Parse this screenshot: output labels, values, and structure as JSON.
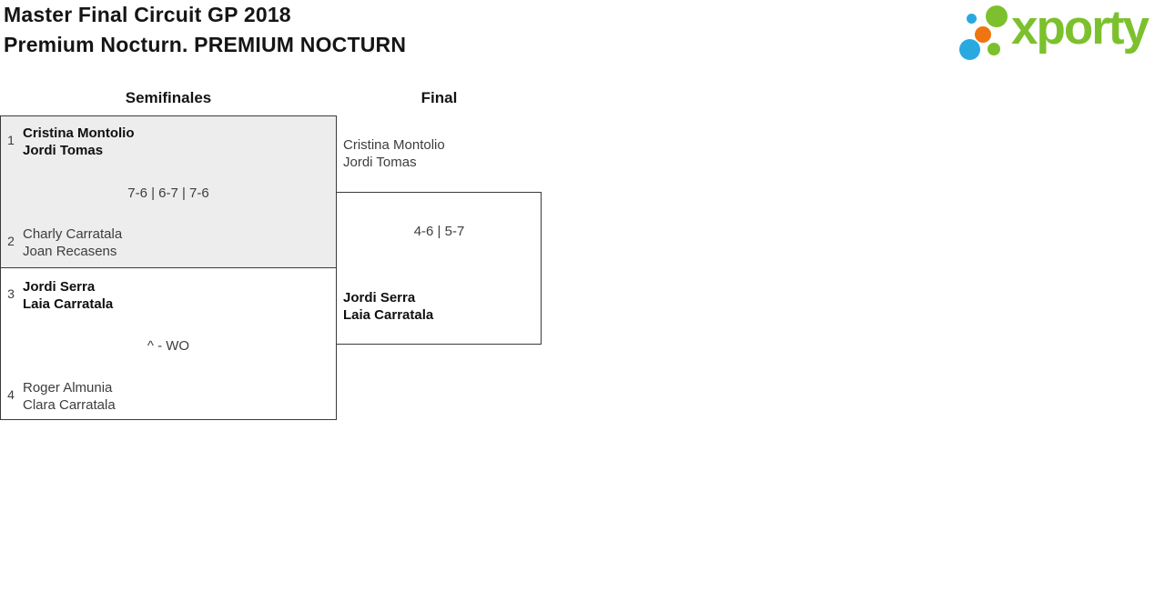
{
  "title": {
    "line1": "Master Final Circuit GP 2018",
    "line2": "Premium Nocturn. PREMIUM NOCTURN"
  },
  "logo": {
    "text": "xporty"
  },
  "colors": {
    "logo_green": "#7cc12d",
    "logo_blue": "#29a9e0",
    "logo_orange": "#ee7511",
    "winner_box_fill": "#ededed",
    "box_border": "#3a3a3a",
    "text_dark": "#101010",
    "text_gray": "#3d3d3d"
  },
  "rounds": {
    "semifinal_label": "Semifinales",
    "final_label": "Final"
  },
  "semifinal1": {
    "seed_top": "1",
    "team_top_player1": "Cristina Montolio",
    "team_top_player2": "Jordi Tomas",
    "score": "7-6 | 6-7 | 7-6",
    "seed_bottom": "2",
    "team_bottom_player1": "Charly Carratala",
    "team_bottom_player2": "Joan Recasens"
  },
  "semifinal2": {
    "seed_top": "3",
    "team_top_player1": "Jordi Serra",
    "team_top_player2": "Laia Carratala",
    "score": "^ - WO",
    "seed_bottom": "4",
    "team_bottom_player1": "Roger Almunia",
    "team_bottom_player2": "Clara Carratala"
  },
  "final": {
    "team_top_player1": "Cristina Montolio",
    "team_top_player2": "Jordi Tomas",
    "score": "4-6 | 5-7",
    "team_bottom_player1": "Jordi Serra",
    "team_bottom_player2": "Laia Carratala"
  }
}
